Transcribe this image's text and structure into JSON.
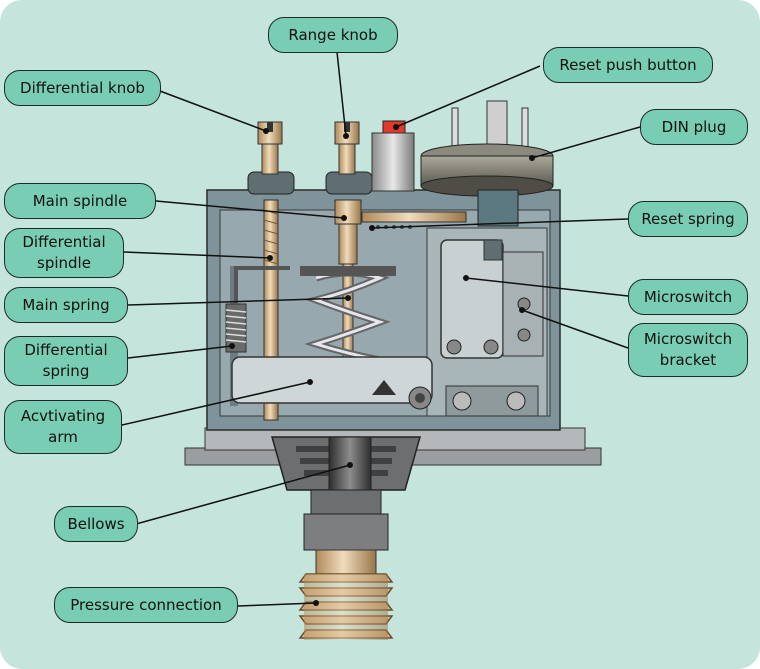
{
  "labels": {
    "range_knob": "Range knob",
    "differential_knob": "Differential knob",
    "reset_push_button": "Reset push button",
    "din_plug": "DIN plug",
    "main_spindle": "Main spindle",
    "reset_spring": "Reset spring",
    "differential_spindle": "Differential\nspindle",
    "main_spring": "Main spring",
    "microswitch": "Microswitch",
    "microswitch_bracket": "Microswitch\nbracket",
    "differential_spring": "Differential\nspring",
    "activating_arm": "Acvtivating\narm",
    "bellows": "Bellows",
    "pressure_connection": "Pressure connection"
  },
  "colors": {
    "background": "#c4e4dc",
    "label_fill": "#79cdb4",
    "housing": "#7f939a",
    "brass": "#d2b48a"
  }
}
